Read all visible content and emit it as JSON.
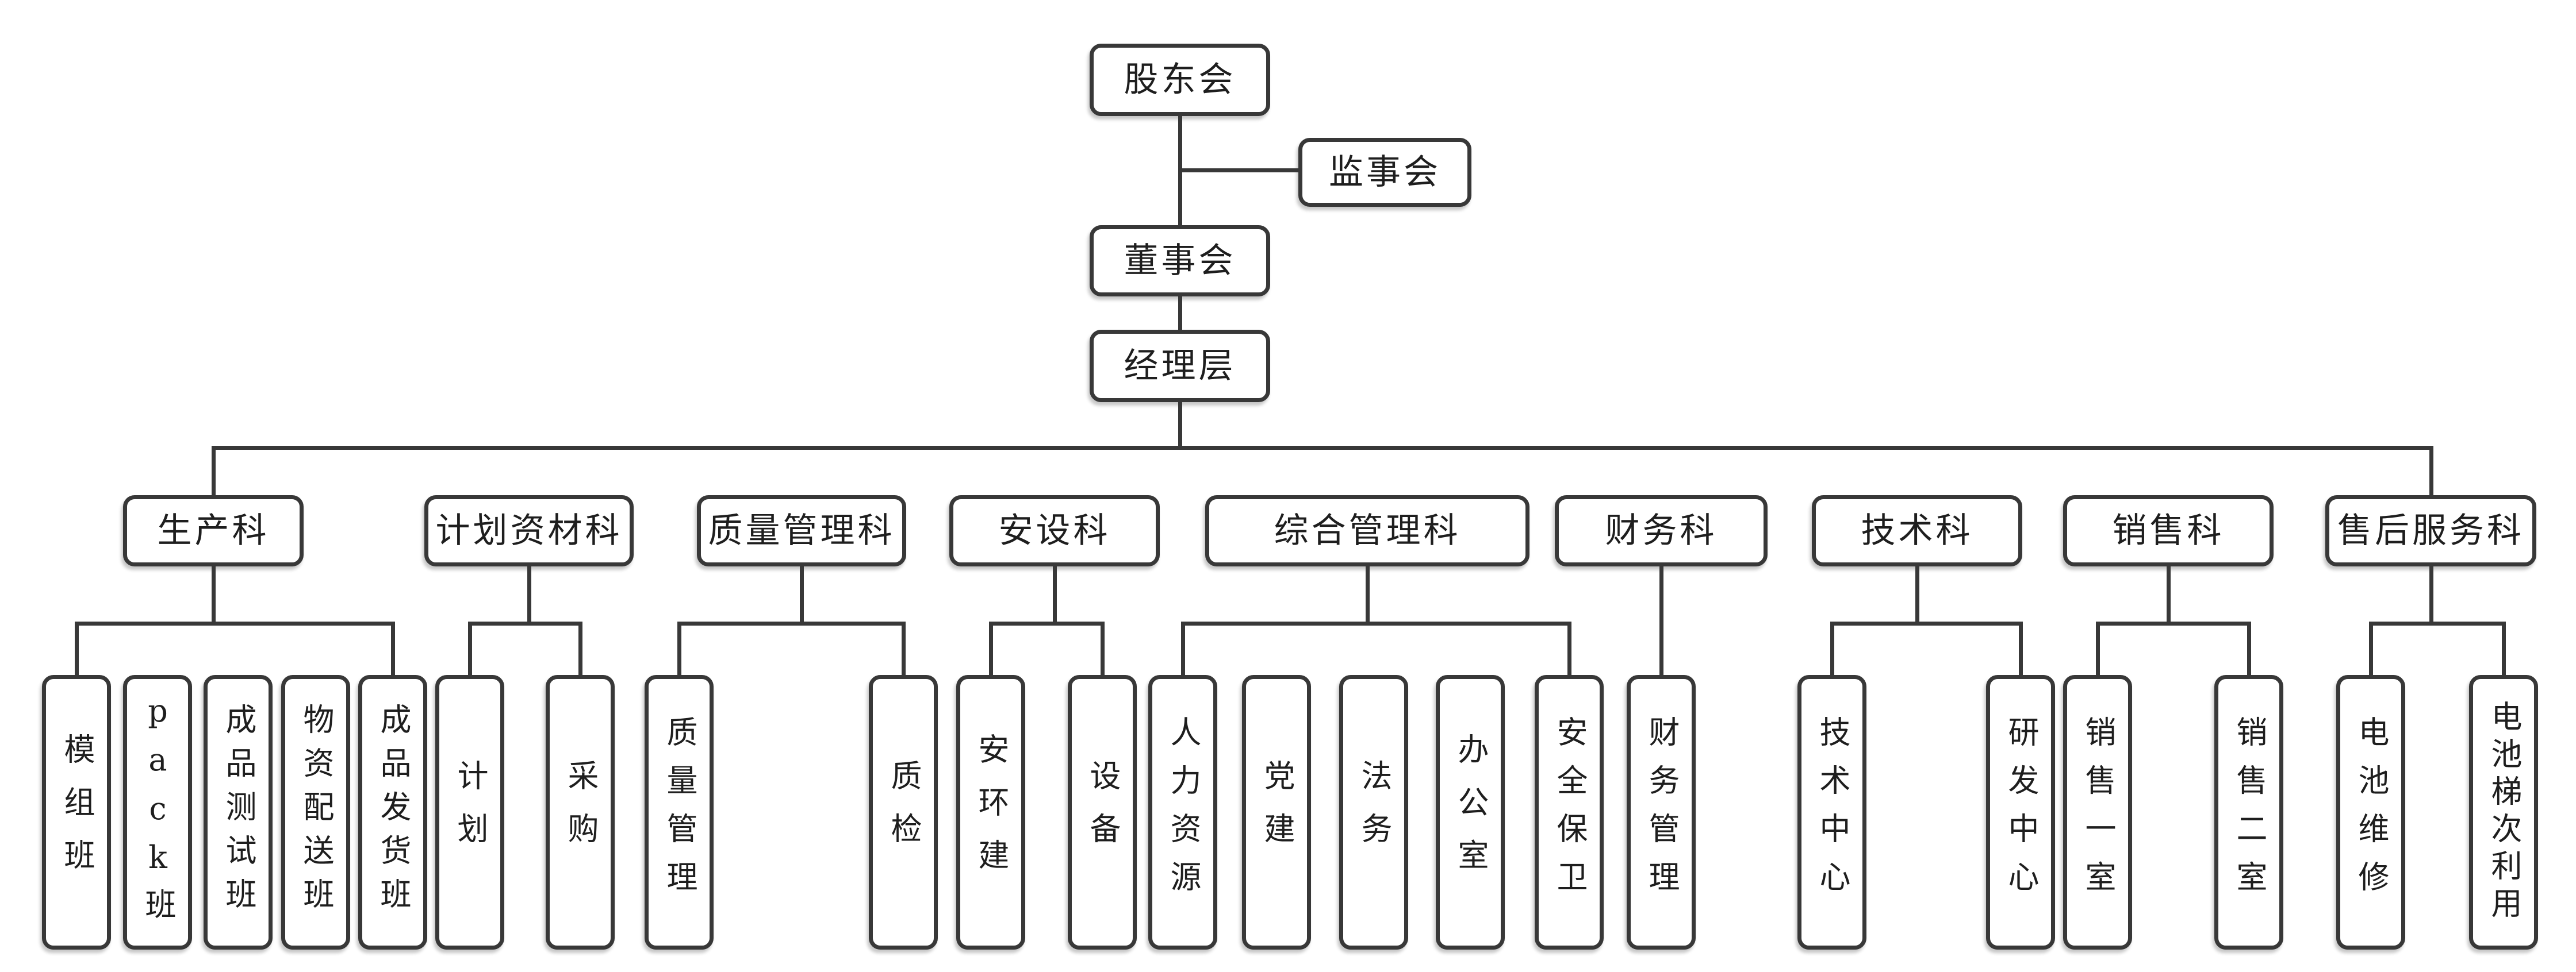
{
  "org_chart": {
    "line_color": "#383838",
    "top": {
      "shareholders": "股东会",
      "supervisory": "监事会",
      "board": "董事会",
      "management": "经理层"
    },
    "departments": [
      {
        "label": "生产科",
        "children": [
          "模组班",
          "pack班",
          "成品测试班",
          "物资配送班",
          "成品发货班"
        ]
      },
      {
        "label": "计划资材科",
        "children": [
          "计划",
          "采购"
        ]
      },
      {
        "label": "质量管理科",
        "children": [
          "质量管理",
          "质检"
        ]
      },
      {
        "label": "安设科",
        "children": [
          "安环建",
          "设备"
        ]
      },
      {
        "label": "综合管理科",
        "children": [
          "人力资源",
          "党建",
          "法务",
          "办公室",
          "安全保卫"
        ]
      },
      {
        "label": "财务科",
        "children": [
          "财务管理"
        ]
      },
      {
        "label": "技术科",
        "children": [
          "技术中心",
          "研发中心"
        ]
      },
      {
        "label": "销售科",
        "children": [
          "销售一室",
          "销售二室"
        ]
      },
      {
        "label": "售后服务科",
        "children": [
          "电池维修",
          "电池梯次利用"
        ]
      }
    ]
  }
}
